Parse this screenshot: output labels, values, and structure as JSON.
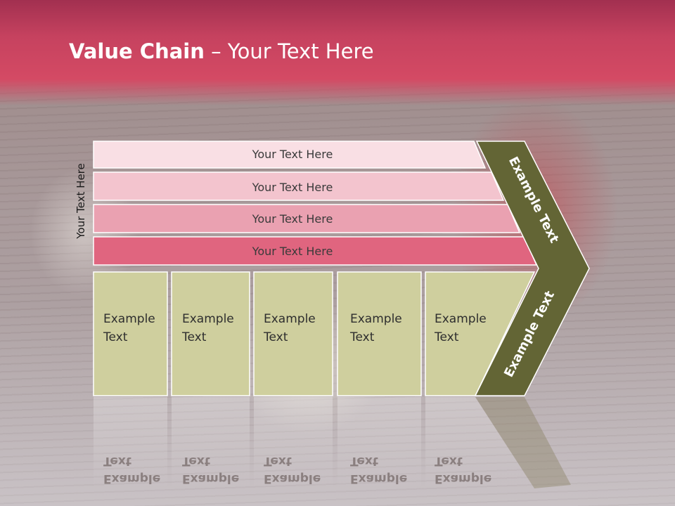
{
  "slide": {
    "title_bold": "Value Chain",
    "title_rest": " – Your Text Here",
    "side_label": "Your Text Here"
  },
  "bars": [
    {
      "label": "Your Text Here",
      "fill": "#f9dfe4"
    },
    {
      "label": "Your Text Here",
      "fill": "#f3c4ce"
    },
    {
      "label": "Your Text Here",
      "fill": "#eaa1b1"
    },
    {
      "label": "Your Text Here",
      "fill": "#e0657f"
    }
  ],
  "boxes": [
    {
      "line1": "Example",
      "line2": "Text"
    },
    {
      "line1": "Example",
      "line2": "Text"
    },
    {
      "line1": "Example",
      "line2": "Text"
    },
    {
      "line1": "Example",
      "line2": "Text"
    },
    {
      "line1": "Example",
      "line2": "Text"
    }
  ],
  "chevron": {
    "upper_label": "Example Text",
    "lower_label": "Example Text",
    "fill": "#636535"
  },
  "colors": {
    "box_fill": "#cfcf9e",
    "title_band": "#c6425f"
  }
}
